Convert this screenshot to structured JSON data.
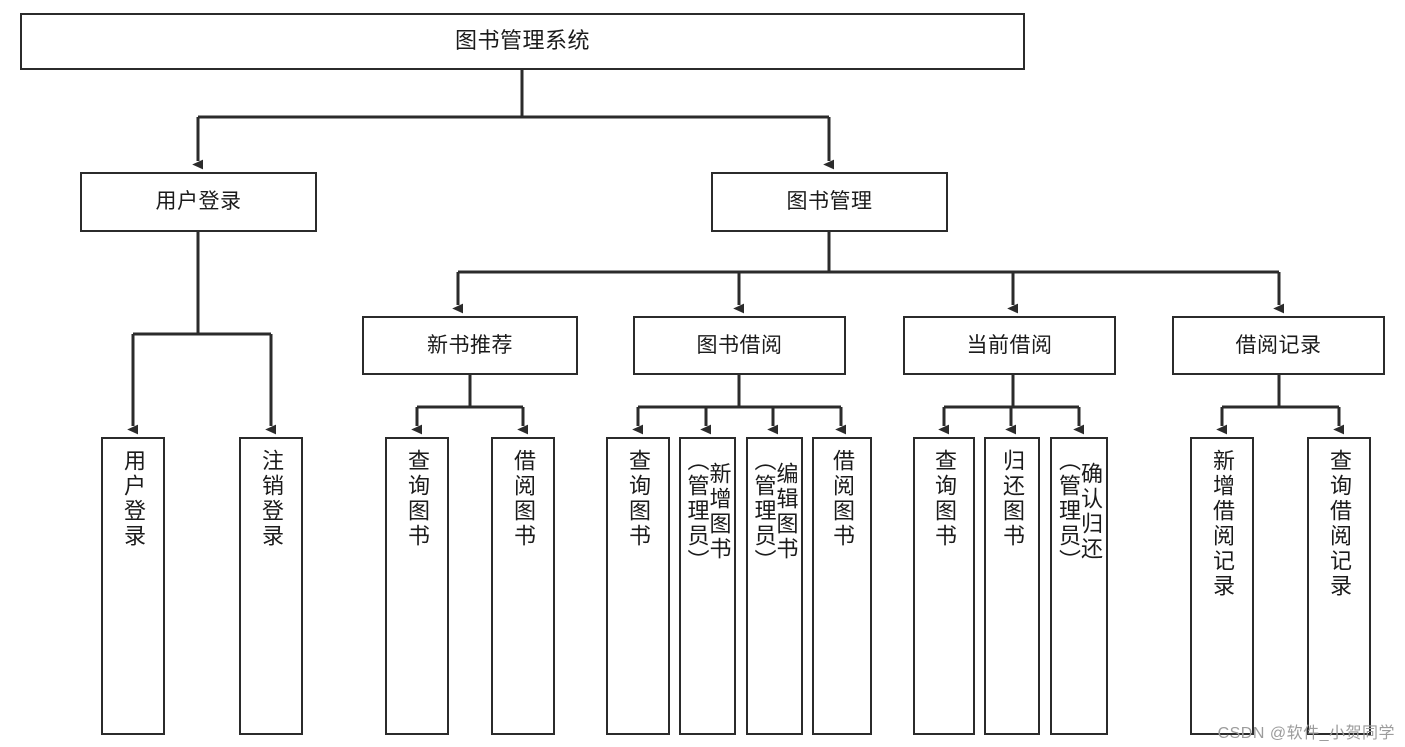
{
  "diagram": {
    "type": "tree-hierarchy-chart",
    "title_node": "图书管理系统",
    "stroke_color": "#2b2b2b",
    "fill_color": "#ffffff",
    "text_color": "#1b1b1b",
    "levels": 4
  },
  "nodes": {
    "root": {
      "label": "图书管理系统"
    },
    "level1": [
      {
        "label": "用户登录"
      },
      {
        "label": "图书管理"
      }
    ],
    "level2": [
      {
        "label": "新书推荐"
      },
      {
        "label": "图书借阅"
      },
      {
        "label": "当前借阅"
      },
      {
        "label": "借阅记录"
      }
    ],
    "leaves": {
      "user_login": [
        {
          "label": "用户登录"
        },
        {
          "label": "注销登录"
        }
      ],
      "new_book_recommend": [
        {
          "label": "查询图书"
        },
        {
          "label": "借阅图书"
        }
      ],
      "book_borrow": [
        {
          "label": "查询图书"
        },
        {
          "label": "新增图书\n（管理员）"
        },
        {
          "label": "编辑图书\n（管理员）"
        },
        {
          "label": "借阅图书"
        }
      ],
      "current_borrow": [
        {
          "label": "查询图书"
        },
        {
          "label": "归还图书"
        },
        {
          "label": "确认归还\n（管理员）"
        }
      ],
      "borrow_record": [
        {
          "label": "新增借阅记录"
        },
        {
          "label": "查询借阅记录"
        }
      ]
    }
  },
  "watermark": {
    "text": "CSDN @软件_小贺同学"
  }
}
